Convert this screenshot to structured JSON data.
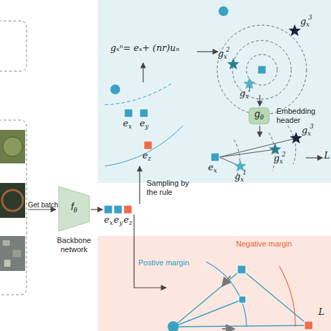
{
  "diagram": {
    "nodes": [
      {
        "text": [
          "fθ",
          "Backbone network"
        ]
      },
      {
        "text": [
          "gθ",
          "Embedding header"
        ]
      }
    ],
    "labels": [
      "Get batch",
      "ex",
      "ey",
      "ez",
      "Sampling by the rule",
      "ex",
      "ey",
      "ez",
      "gₓⁿ= eₓ+ (nr)uₙ",
      "gx3",
      "gx2",
      "gx1",
      "ex",
      "gx1",
      "gx2",
      "gx3",
      "L",
      "Negative margin",
      "Postive margin",
      "L"
    ]
  }
}
